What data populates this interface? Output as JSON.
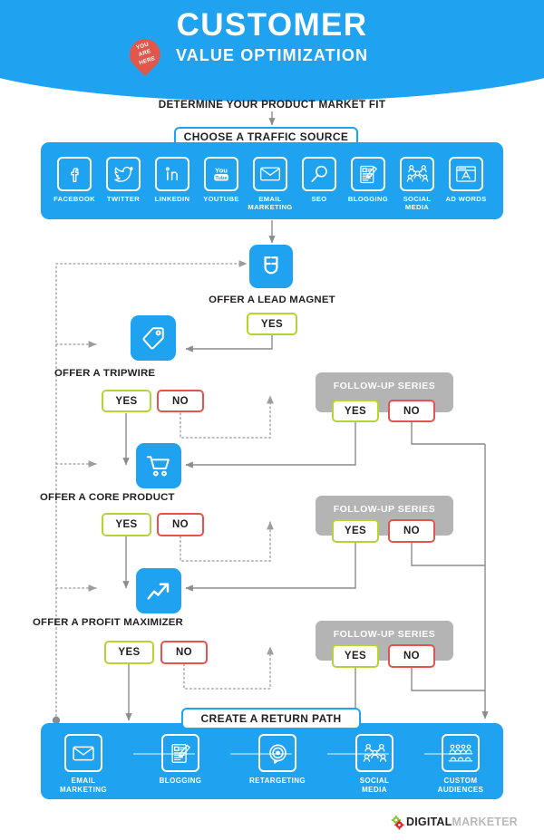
{
  "header": {
    "title_main": "CUSTOMER",
    "title_sub": "VALUE OPTIMIZATION",
    "pin_line1": "YOU",
    "pin_line2": "ARE",
    "pin_line3": "HERE",
    "bg_color": "#1fa2ef",
    "pin_color": "#e2574c"
  },
  "colors": {
    "blue": "#1fa2ef",
    "yes_green": "#b6d336",
    "no_red": "#e4534f",
    "gray_box": "#b4b4b4",
    "wire_gray": "#8c8c8c",
    "dotted_gray": "#a8a8a8",
    "text_dark": "#231f20"
  },
  "steps": {
    "product_market_fit": "DETERMINE YOUR PRODUCT MARKET FIT",
    "choose_traffic_source": "CHOOSE A TRAFFIC SOURCE",
    "lead_magnet": "OFFER A LEAD MAGNET",
    "tripwire": "OFFER A TRIPWIRE",
    "core_product": "OFFER A CORE PRODUCT",
    "profit_maximizer": "OFFER A PROFIT MAXIMIZER",
    "return_path": "CREATE A RETURN PATH"
  },
  "labels": {
    "yes": "YES",
    "no": "NO",
    "follow_up_series": "FOLLOW-UP SERIES"
  },
  "traffic_sources": [
    {
      "name": "FACEBOOK",
      "icon": "facebook-icon"
    },
    {
      "name": "TWITTER",
      "icon": "twitter-icon"
    },
    {
      "name": "LINKEDIN",
      "icon": "linkedin-icon"
    },
    {
      "name": "YOUTUBE",
      "icon": "youtube-icon"
    },
    {
      "name": "EMAIL\nMARKETING",
      "icon": "envelope-icon"
    },
    {
      "name": "SEO",
      "icon": "magnifier-icon"
    },
    {
      "name": "BLOGGING",
      "icon": "document-pencil-icon"
    },
    {
      "name": "SOCIAL\nMEDIA",
      "icon": "people-network-icon"
    },
    {
      "name": "AD WORDS",
      "icon": "browser-window-icon"
    }
  ],
  "return_paths": [
    {
      "name": "EMAIL\nMARKETING",
      "icon": "envelope-icon"
    },
    {
      "name": "BLOGGING",
      "icon": "document-pencil-icon"
    },
    {
      "name": "RETARGETING",
      "icon": "target-icon"
    },
    {
      "name": "SOCIAL\nMEDIA",
      "icon": "people-network-icon"
    },
    {
      "name": "CUSTOM\nAUDIENCES",
      "icon": "audience-group-icon"
    }
  ],
  "flow_icons": {
    "lead_magnet": "magnet-icon",
    "tripwire": "price-tag-icon",
    "core_product": "shopping-cart-icon",
    "profit_maximizer": "growth-arrow-icon"
  },
  "logo": {
    "prefix": "DIGITAL",
    "suffix": "MARKETER"
  },
  "chart_data": {
    "type": "diagram",
    "title": "Customer Value Optimization",
    "nodes": [
      "DETERMINE YOUR PRODUCT MARKET FIT",
      "CHOOSE A TRAFFIC SOURCE",
      "OFFER A LEAD MAGNET",
      "OFFER A TRIPWIRE",
      "OFFER A CORE PRODUCT",
      "OFFER A PROFIT MAXIMIZER",
      "CREATE A RETURN PATH",
      "FOLLOW-UP SERIES"
    ],
    "decisions": [
      "YES",
      "NO"
    ]
  }
}
